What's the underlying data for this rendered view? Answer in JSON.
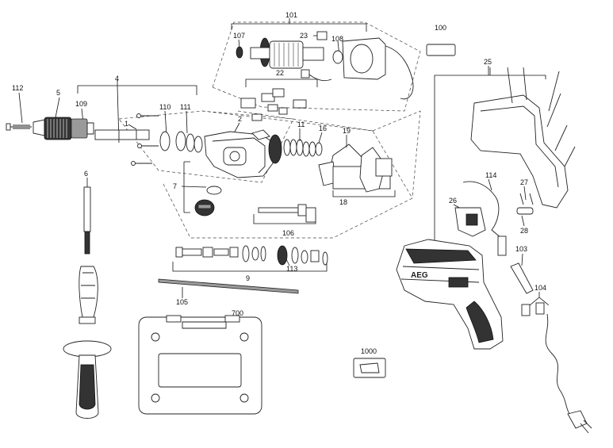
{
  "part_numbers": {
    "p1": "1",
    "p2": "2",
    "p4": "4",
    "p5": "5",
    "p6": "6",
    "p7": "7",
    "p9": "9",
    "p11": "11",
    "p16": "16",
    "p18": "18",
    "p19": "19",
    "p22": "22",
    "p23": "23",
    "p25": "25",
    "p26": "26",
    "p27": "27",
    "p28": "28",
    "p100": "100",
    "p101": "101",
    "p103": "103",
    "p104": "104",
    "p105": "105",
    "p106": "106",
    "p107": "107",
    "p108": "108",
    "p109": "109",
    "p110": "110",
    "p111": "111",
    "p112": "112",
    "p113": "113",
    "p114": "114",
    "p700": "700",
    "p1000": "1000"
  },
  "brand": {
    "logo": "AEG"
  },
  "colors": {
    "line": "#222222",
    "background": "#ffffff"
  }
}
